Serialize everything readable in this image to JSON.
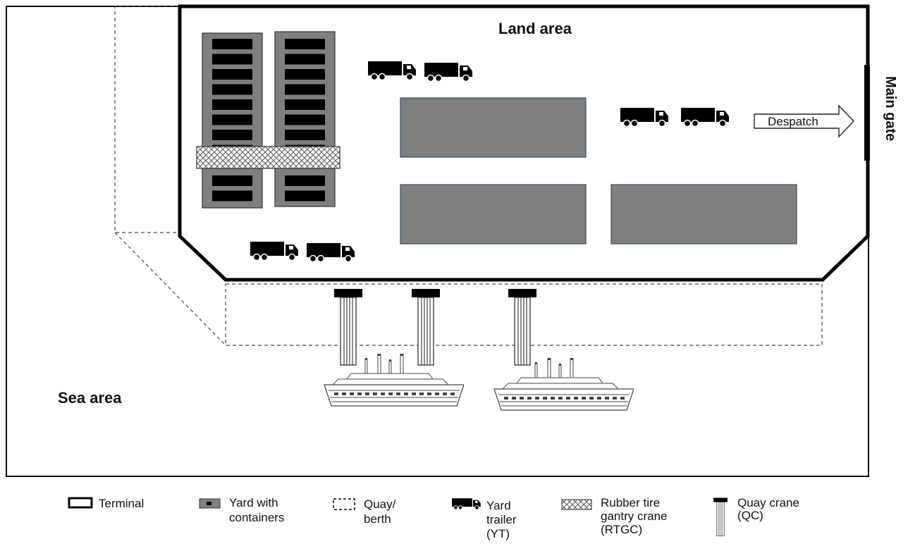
{
  "labels": {
    "land_area": "Land area",
    "sea_area": "Sea area",
    "main_gate": "Main gate",
    "despatch": "Despatch"
  },
  "legend": {
    "terminal": "Terminal",
    "yard": [
      "Yard  with",
      "containers"
    ],
    "quay": [
      "Quay/",
      "berth"
    ],
    "trailer": [
      "Yard",
      "trailer",
      "(YT)"
    ],
    "rtgc": [
      "Rubber tire",
      "gantry crane",
      "(RTGC)"
    ],
    "qc": [
      "Quay crane",
      "(QC)"
    ]
  }
}
